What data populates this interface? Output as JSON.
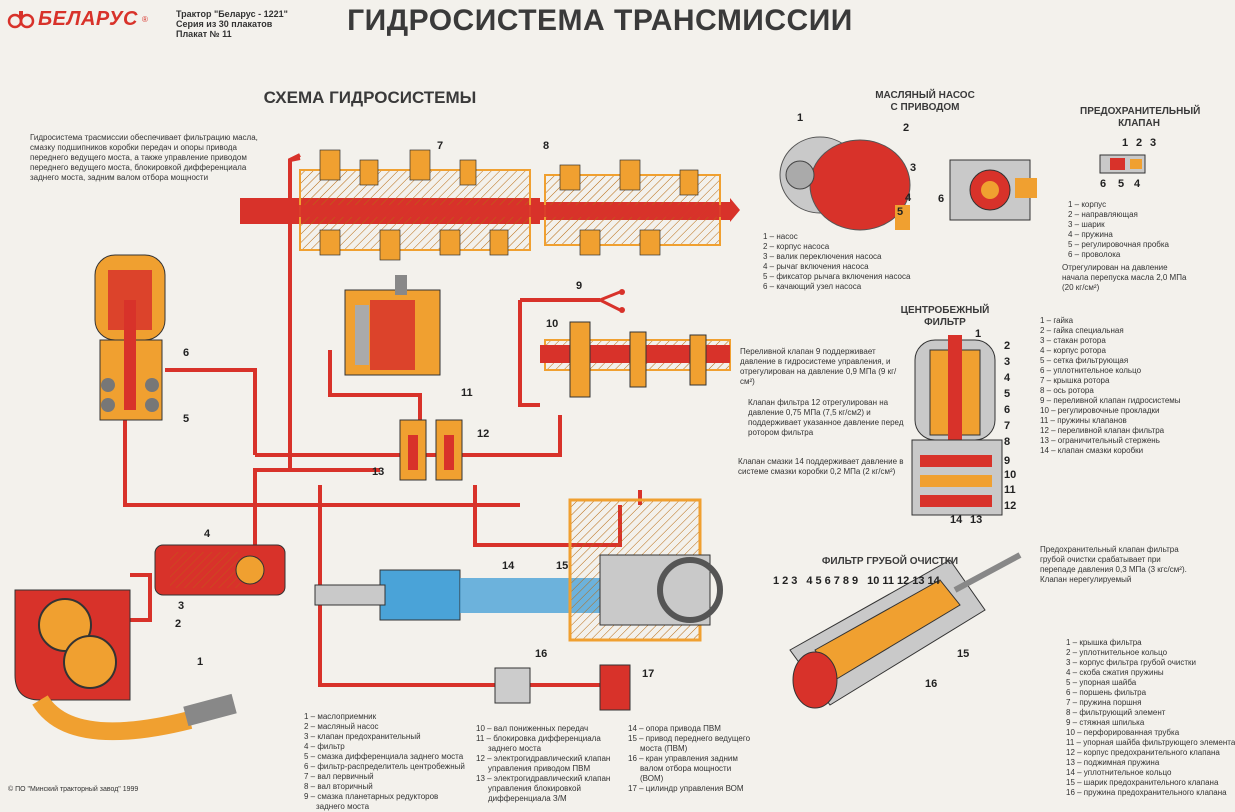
{
  "header": {
    "logo_text": "БЕЛАРУС",
    "logo_reg": "®",
    "meta_lines": [
      "Трактор \"Беларус - 1221\"",
      "Серия из 30 плакатов",
      "Плакат № 11"
    ],
    "title": "ГИДРОСИСТЕМА ТРАНСМИССИИ"
  },
  "scheme": {
    "title": "СХЕМА ГИДРОСИСТЕМЫ",
    "intro": "Гидросистема трасмиссии обеспечивает фильтрацию масла, смазку подшипников коробки передач и опоры привода переднего ведущего моста, а также управление приводом переднего ведущего моста, блокировкой дифференциала заднего моста, задним валом отбора мощности",
    "callouts": [
      "1",
      "2",
      "3",
      "4",
      "5",
      "6",
      "7",
      "8",
      "9",
      "10",
      "11",
      "12",
      "13",
      "14",
      "15",
      "16",
      "17"
    ],
    "notes": [
      "Переливной клапан 9 поддерживает давление в гидросистеме управления, и отрегулирован на давление 0,9 МПа (9 кг/см²)",
      "Клапан фильтра 12 отрегулирован на давление 0,75 МПа (7,5 кг/см2) и поддерживает указанное давление перед ротором фильтра",
      "Клапан смазки 14 поддерживает давление в системе смазки коробки 0,2 МПа (2 кг/см²)"
    ],
    "legend_col1": [
      "1 – маслоприемник",
      "2 – масляный насос",
      "3 – клапан предохранительный",
      "4 – фильтр",
      "5 – смазка дифференциала заднего моста",
      "6 – фильтр-распределитель центробежный",
      "7 – вал первичный",
      "8 – вал вторичный",
      "9 – смазка планетарных редукторов",
      "заднего моста"
    ],
    "legend_col2": [
      "10 – вал пониженных передач",
      "11 – блокировка дифференциала",
      "заднего моста",
      "12 – электрогидравлический клапан",
      "управления приводом ПВМ",
      "13 – электрогидравлический клапан",
      "управления блокировкой",
      "дифференциала З/М"
    ],
    "legend_col3": [
      "14 – опора привода ПВМ",
      "15 – привод переднего ведущего",
      "моста (ПВМ)",
      "16 – кран управления задним",
      "валом отбора мощности",
      "(ВОМ)",
      "17 – цилиндр управления ВОМ"
    ]
  },
  "pump": {
    "title_lines": [
      "МАСЛЯНЫЙ НАСОС",
      "С ПРИВОДОМ"
    ],
    "callouts": [
      "1",
      "2",
      "3",
      "4",
      "5",
      "6"
    ],
    "legend": [
      "1 – насос",
      "2 – корпус насоса",
      "3 – валик переключения насоса",
      "4 – рычаг включения насоса",
      "5 – фиксатор рычага включения насоса",
      "6 – качающий узел насоса"
    ]
  },
  "safety_valve": {
    "title_lines": [
      "ПРЕДОХРАНИТЕЛЬНЫЙ",
      "КЛАПАН"
    ],
    "callouts": [
      "1",
      "2",
      "3",
      "4",
      "5",
      "6"
    ],
    "legend": [
      "1 – корпус",
      "2 – направляющая",
      "3 – шарик",
      "4 – пружина",
      "5 – регулировочная пробка",
      "6 – проволока"
    ],
    "note": "Отрегулирован на давление начала перепуска масла 2,0 МПа (20 кг/см²)"
  },
  "centrifugal": {
    "title_lines": [
      "ЦЕНТРОБЕЖНЫЙ",
      "ФИЛЬТР"
    ],
    "callouts": [
      "1",
      "2",
      "3",
      "4",
      "5",
      "6",
      "7",
      "8",
      "9",
      "10",
      "11",
      "12",
      "13",
      "14"
    ],
    "legend": [
      "1 – гайка",
      "2 – гайка специальная",
      "3 – стакан ротора",
      "4 – корпус ротора",
      "5 – сетка фильтрующая",
      "6 – уплотнительное кольцо",
      "7 – крышка ротора",
      "8 – ось ротора",
      "9 – переливной клапан гидросистемы",
      "10 – регулировочные прокладки",
      "11 – пружины клапанов",
      "12 – переливной клапан фильтра",
      "13 – ограничительный стержень",
      "14 – клапан смазки коробки"
    ]
  },
  "coarse_filter": {
    "title": "ФИЛЬТР ГРУБОЙ ОЧИСТКИ",
    "note": "Предохранительный клапан фильтра грубой очистки срабатывает при перепаде давления 0,3 МПа (3 кгс/см²). Клапан нерегулируемый",
    "callouts": [
      "1",
      "2",
      "3",
      "4",
      "5",
      "6",
      "7",
      "8",
      "9",
      "10",
      "11",
      "12",
      "13",
      "14",
      "15",
      "16"
    ],
    "legend": [
      "1 – крышка фильтра",
      "2 – уплотнительное кольцо",
      "3 – корпус фильтра грубой очистки",
      "4 – скоба сжатия пружины",
      "5 – упорная шайба",
      "6 – поршень фильтра",
      "7 – пружина поршня",
      "8 – фильтрующий элемент",
      "9 – стяжная шпилька",
      "10 – перфорированная трубка",
      "11 – упорная шайба фильтрующего элемента",
      "12 – корпус предохранительного клапана",
      "13 – поджимная пружина",
      "14 – уплотнительное кольцо",
      "15 – шарик предохранительного клапана",
      "16 – пружина предохранительного клапана"
    ]
  },
  "footer": {
    "copyright": "© ПО \"Минский тракторный завод\" 1999"
  },
  "colors": {
    "oil_red": "#d8322a",
    "metal_orange": "#f0a030",
    "bg": "#f3f1ec"
  }
}
